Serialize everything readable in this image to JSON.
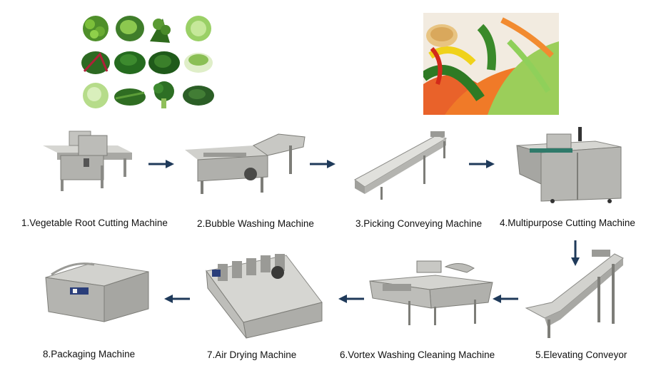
{
  "steps": [
    {
      "num": 1,
      "label": "1.Vegetable Root Cutting Machine"
    },
    {
      "num": 2,
      "label": "2.Bubble Washing Machine"
    },
    {
      "num": 3,
      "label": "3.Picking Conveying Machine"
    },
    {
      "num": 4,
      "label": "4.Multipurpose Cutting Machine"
    },
    {
      "num": 5,
      "label": "5.Elevating Conveyor"
    },
    {
      "num": 6,
      "label": "6.Vortex Washing Cleaning Machine"
    },
    {
      "num": 7,
      "label": "7.Air Drying Machine"
    },
    {
      "num": 8,
      "label": "8.Packaging Machine"
    }
  ],
  "colors": {
    "arrow": "#1f3a5a",
    "steel": "#b8b8b4",
    "steel_dark": "#7d7d78",
    "steel_light": "#dcdcd8"
  },
  "arrows": [
    "right",
    "right",
    "right",
    "down",
    "left",
    "left",
    "left"
  ]
}
